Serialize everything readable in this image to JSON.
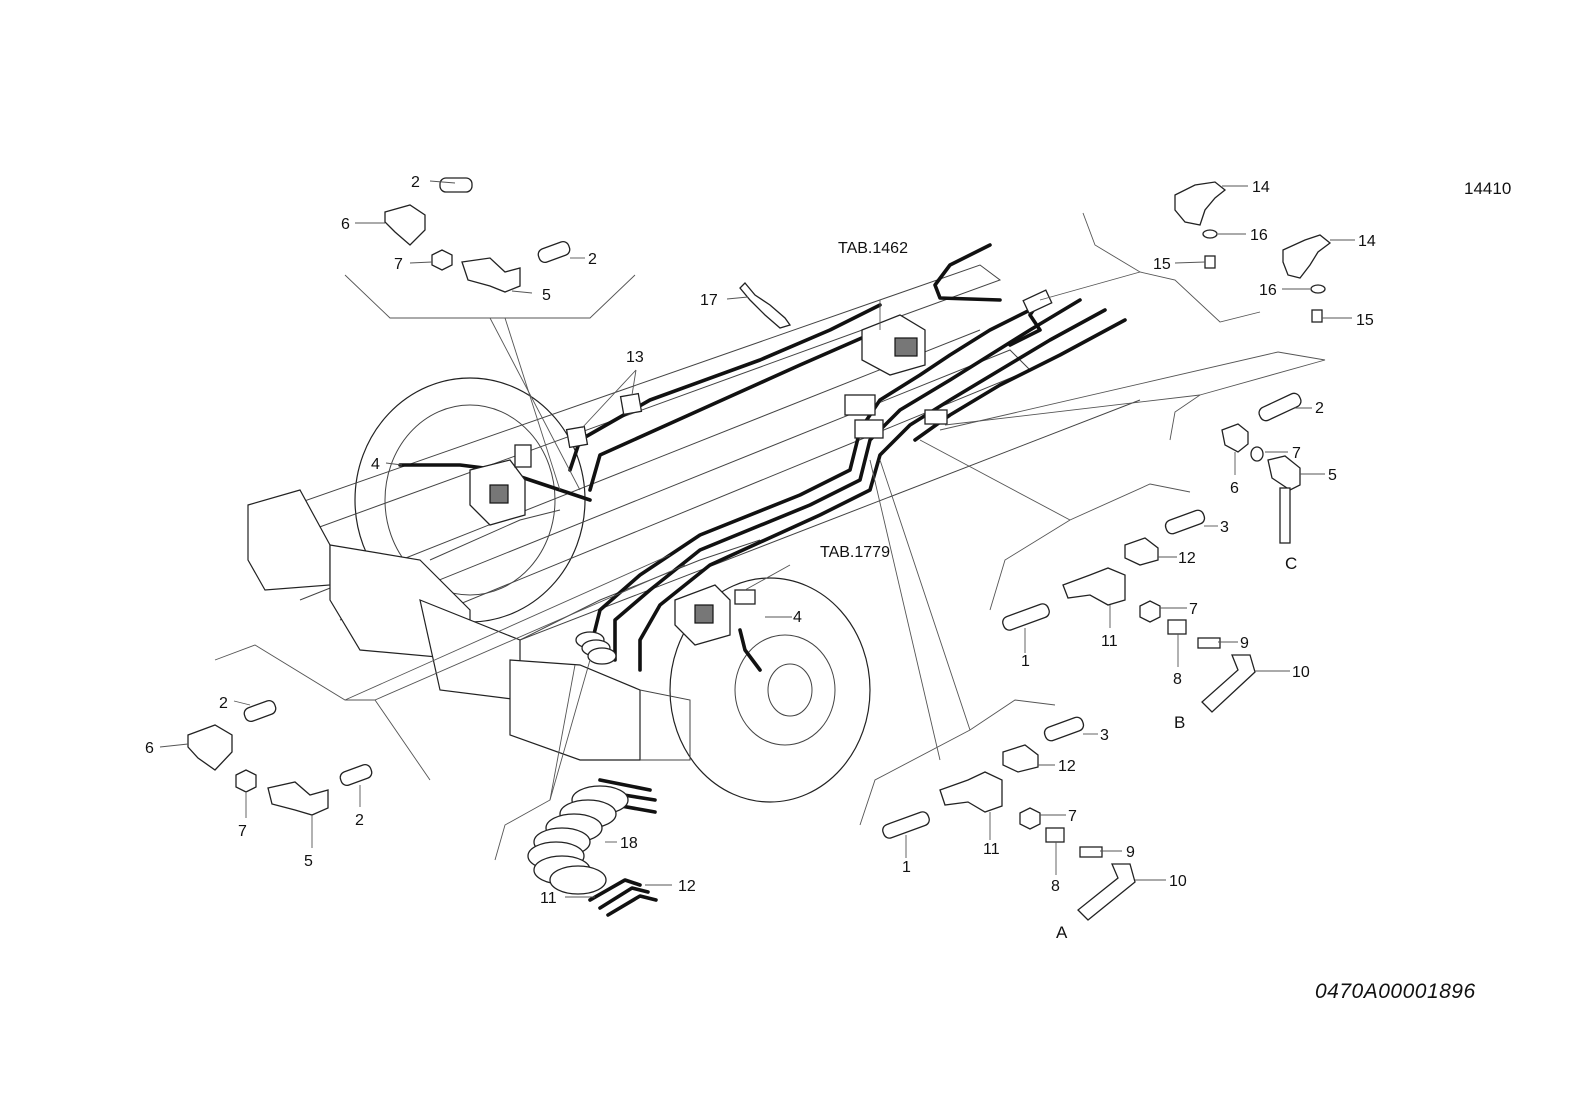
{
  "figure_number": "14410",
  "drawing_code": "0470A00001896",
  "references": {
    "tab_1462": "TAB.1462",
    "tab_1779": "TAB.1779"
  },
  "detail_labels": {
    "a": "A",
    "b": "B",
    "c": "C"
  },
  "callouts": {
    "top_left": {
      "p2a": "2",
      "p6": "6",
      "p7": "7",
      "p2b": "2",
      "p5": "5"
    },
    "center": {
      "p17": "17",
      "p13": "13",
      "p4a": "4",
      "p4b": "4"
    },
    "bottom_left": {
      "p2a": "2",
      "p6": "6",
      "p7": "7",
      "p5": "5",
      "p2b": "2"
    },
    "coil": {
      "p18": "18",
      "p11": "11",
      "p12": "12"
    },
    "top_right": {
      "p14a": "14",
      "p16a": "16",
      "p15a": "15",
      "p14b": "14",
      "p16b": "16",
      "p15b": "15"
    },
    "detail_c": {
      "p2": "2",
      "p6": "6",
      "p7": "7",
      "p5": "5"
    },
    "detail_b": {
      "p3": "3",
      "p12": "12",
      "p1": "1",
      "p11": "11",
      "p7": "7",
      "p9": "9",
      "p8": "8",
      "p10": "10"
    },
    "detail_a": {
      "p3": "3",
      "p12": "12",
      "p1": "1",
      "p11": "11",
      "p7": "7",
      "p9": "9",
      "p8": "8",
      "p10": "10"
    }
  }
}
